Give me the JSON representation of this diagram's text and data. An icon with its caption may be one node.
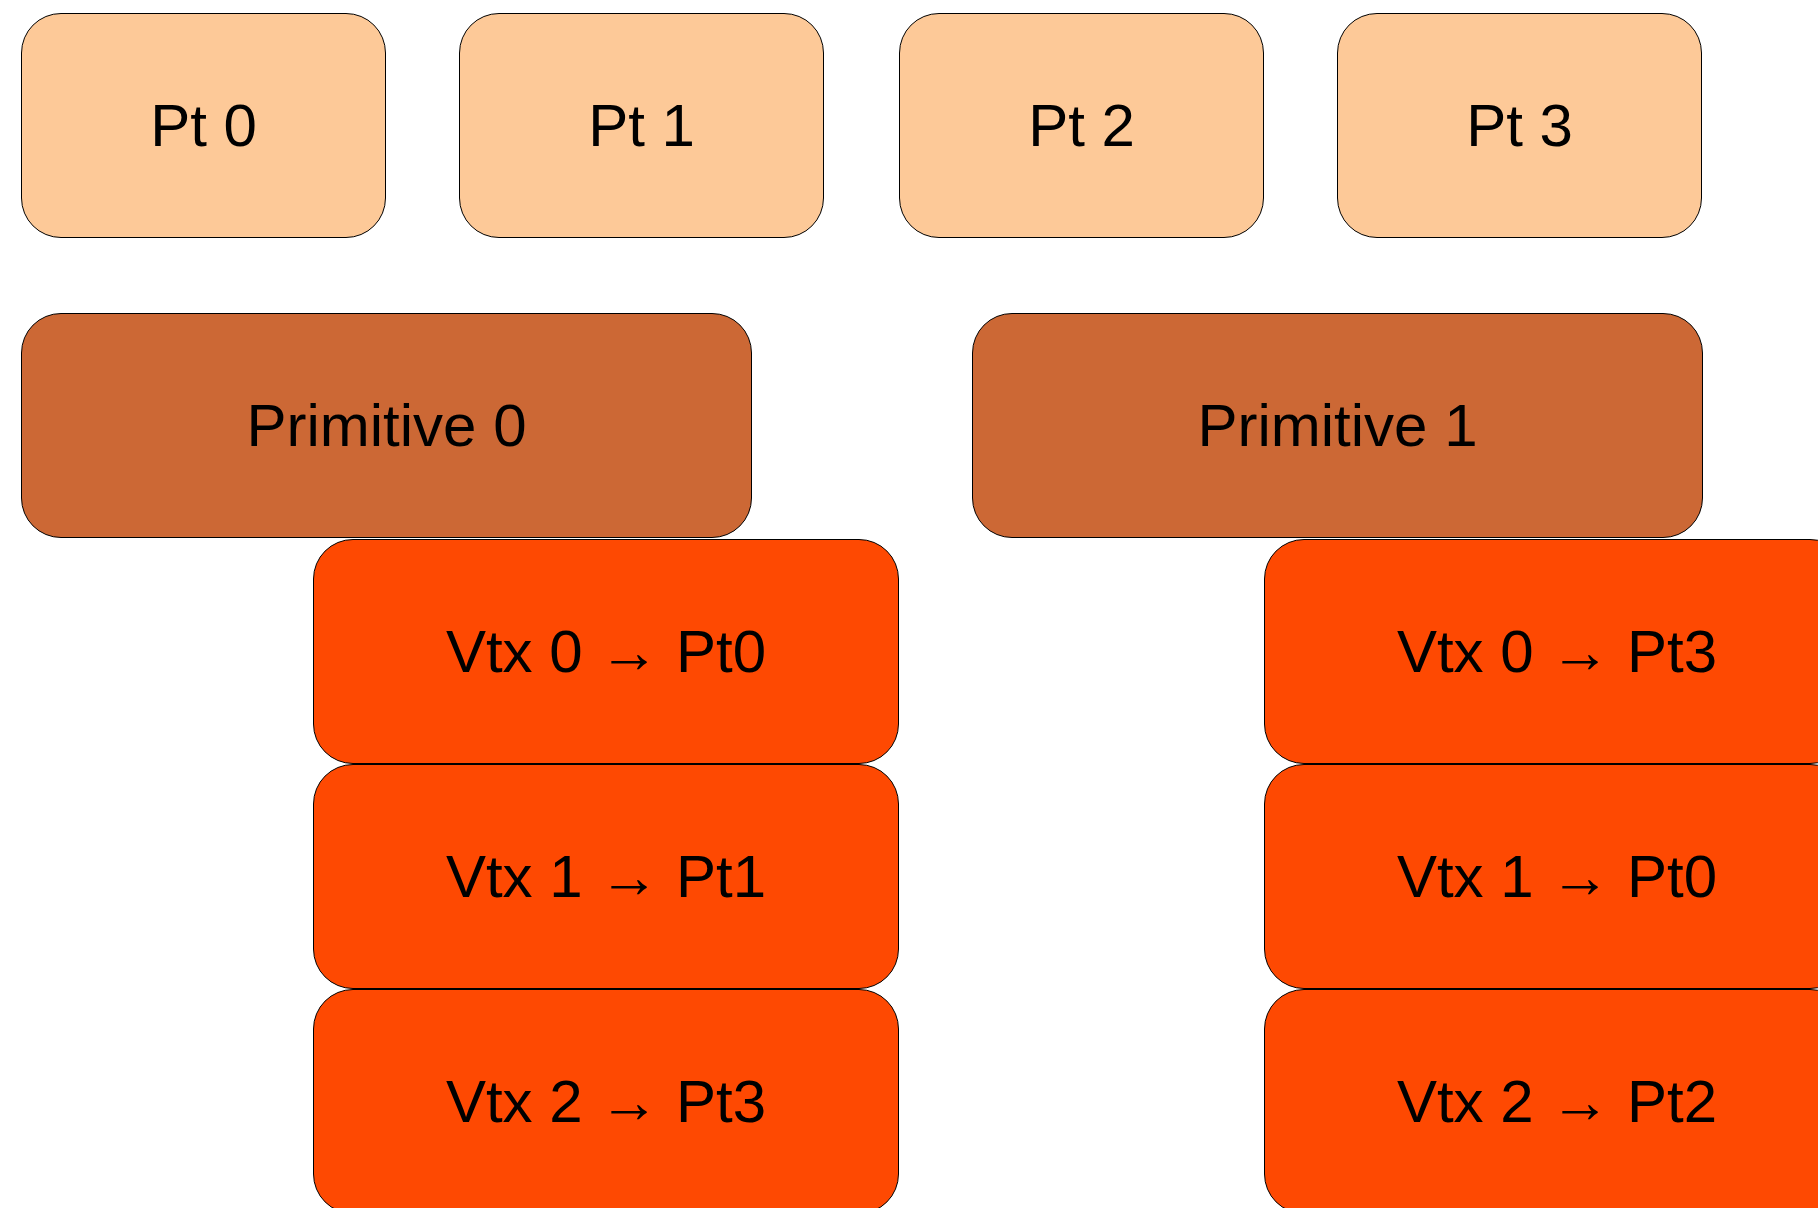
{
  "diagram": {
    "nodes": [
      {
        "text": [
          "Pt 0"
        ]
      },
      {
        "text": [
          "Pt 1"
        ]
      },
      {
        "text": [
          "Pt 2"
        ]
      },
      {
        "text": [
          "Pt 3"
        ]
      },
      {
        "text": [
          "Primitive 0"
        ]
      },
      {
        "text": [
          "Primitive 1"
        ]
      },
      {
        "text": [
          "Vtx 0 → Pt0"
        ]
      },
      {
        "text": [
          "Vtx 0 → Pt3"
        ]
      },
      {
        "text": [
          "Vtx 1 → Pt1"
        ]
      },
      {
        "text": [
          "Vtx 1 → Pt0"
        ]
      },
      {
        "text": [
          "Vtx 2 → Pt3"
        ]
      },
      {
        "text": [
          "Vtx 2 → Pt2"
        ]
      }
    ]
  }
}
